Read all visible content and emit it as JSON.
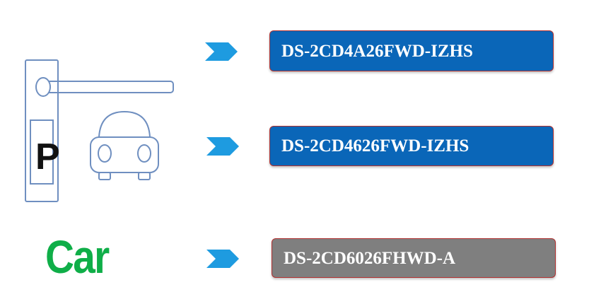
{
  "colors": {
    "box_blue": "#0a66b8",
    "box_gray": "#7f7f7f",
    "arrow": "#1e9be0",
    "car_text": "#0fae48",
    "outline": "#6f8fc0"
  },
  "rows": [
    {
      "label": "DS-2CD4A26FWD-IZHS",
      "fill": "#0a66b8"
    },
    {
      "label": "DS-2CD4626FWD-IZHS",
      "fill": "#0a66b8"
    },
    {
      "label": "DS-2CD6026FHWD-A",
      "fill": "#7f7f7f"
    }
  ],
  "car_label": "Car",
  "parking_label": "P",
  "icons": {
    "barrier": "parking-barrier-icon",
    "vehicle": "car-front-icon",
    "arrow": "chevron-right-icon"
  }
}
